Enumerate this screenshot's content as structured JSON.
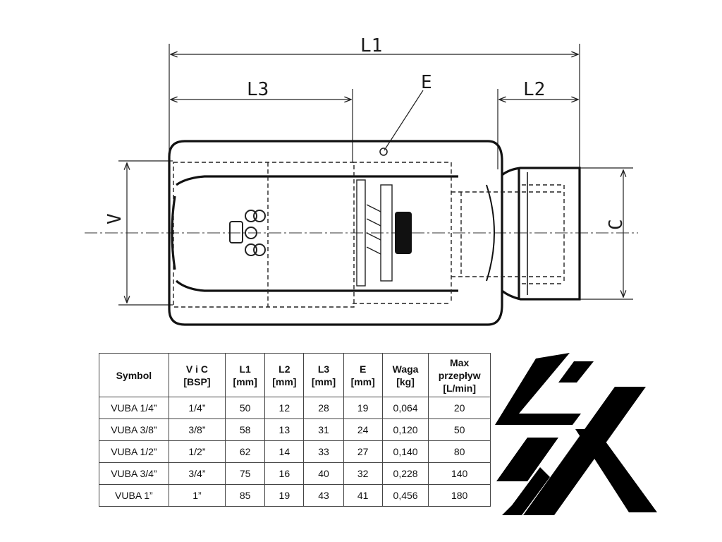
{
  "drawing": {
    "labels": {
      "l1": "L1",
      "l3": "L3",
      "l2": "L2",
      "e": "E",
      "v": "V",
      "c": "C"
    }
  },
  "table": {
    "headers": [
      [
        "Symbol",
        ""
      ],
      [
        "V i C",
        "[BSP]"
      ],
      [
        "L1",
        "[mm]"
      ],
      [
        "L2",
        "[mm]"
      ],
      [
        "L3",
        "[mm]"
      ],
      [
        "E",
        "[mm]"
      ],
      [
        "Waga",
        "[kg]"
      ],
      [
        "Max przepływ",
        "[L/min]"
      ]
    ],
    "rows": [
      [
        "VUBA 1/4”",
        "1/4”",
        "50",
        "12",
        "28",
        "19",
        "0,064",
        "20"
      ],
      [
        "VUBA 3/8”",
        "3/8”",
        "58",
        "13",
        "31",
        "24",
        "0,120",
        "50"
      ],
      [
        "VUBA 1/2”",
        "1/2”",
        "62",
        "14",
        "33",
        "27",
        "0,140",
        "80"
      ],
      [
        "VUBA 3/4”",
        "3/4”",
        "75",
        "16",
        "40",
        "32",
        "0,228",
        "140"
      ],
      [
        "VUBA 1”",
        "1”",
        "85",
        "19",
        "43",
        "41",
        "0,456",
        "180"
      ]
    ]
  },
  "logo": {
    "name": "sx-logo",
    "color": "#000000"
  }
}
